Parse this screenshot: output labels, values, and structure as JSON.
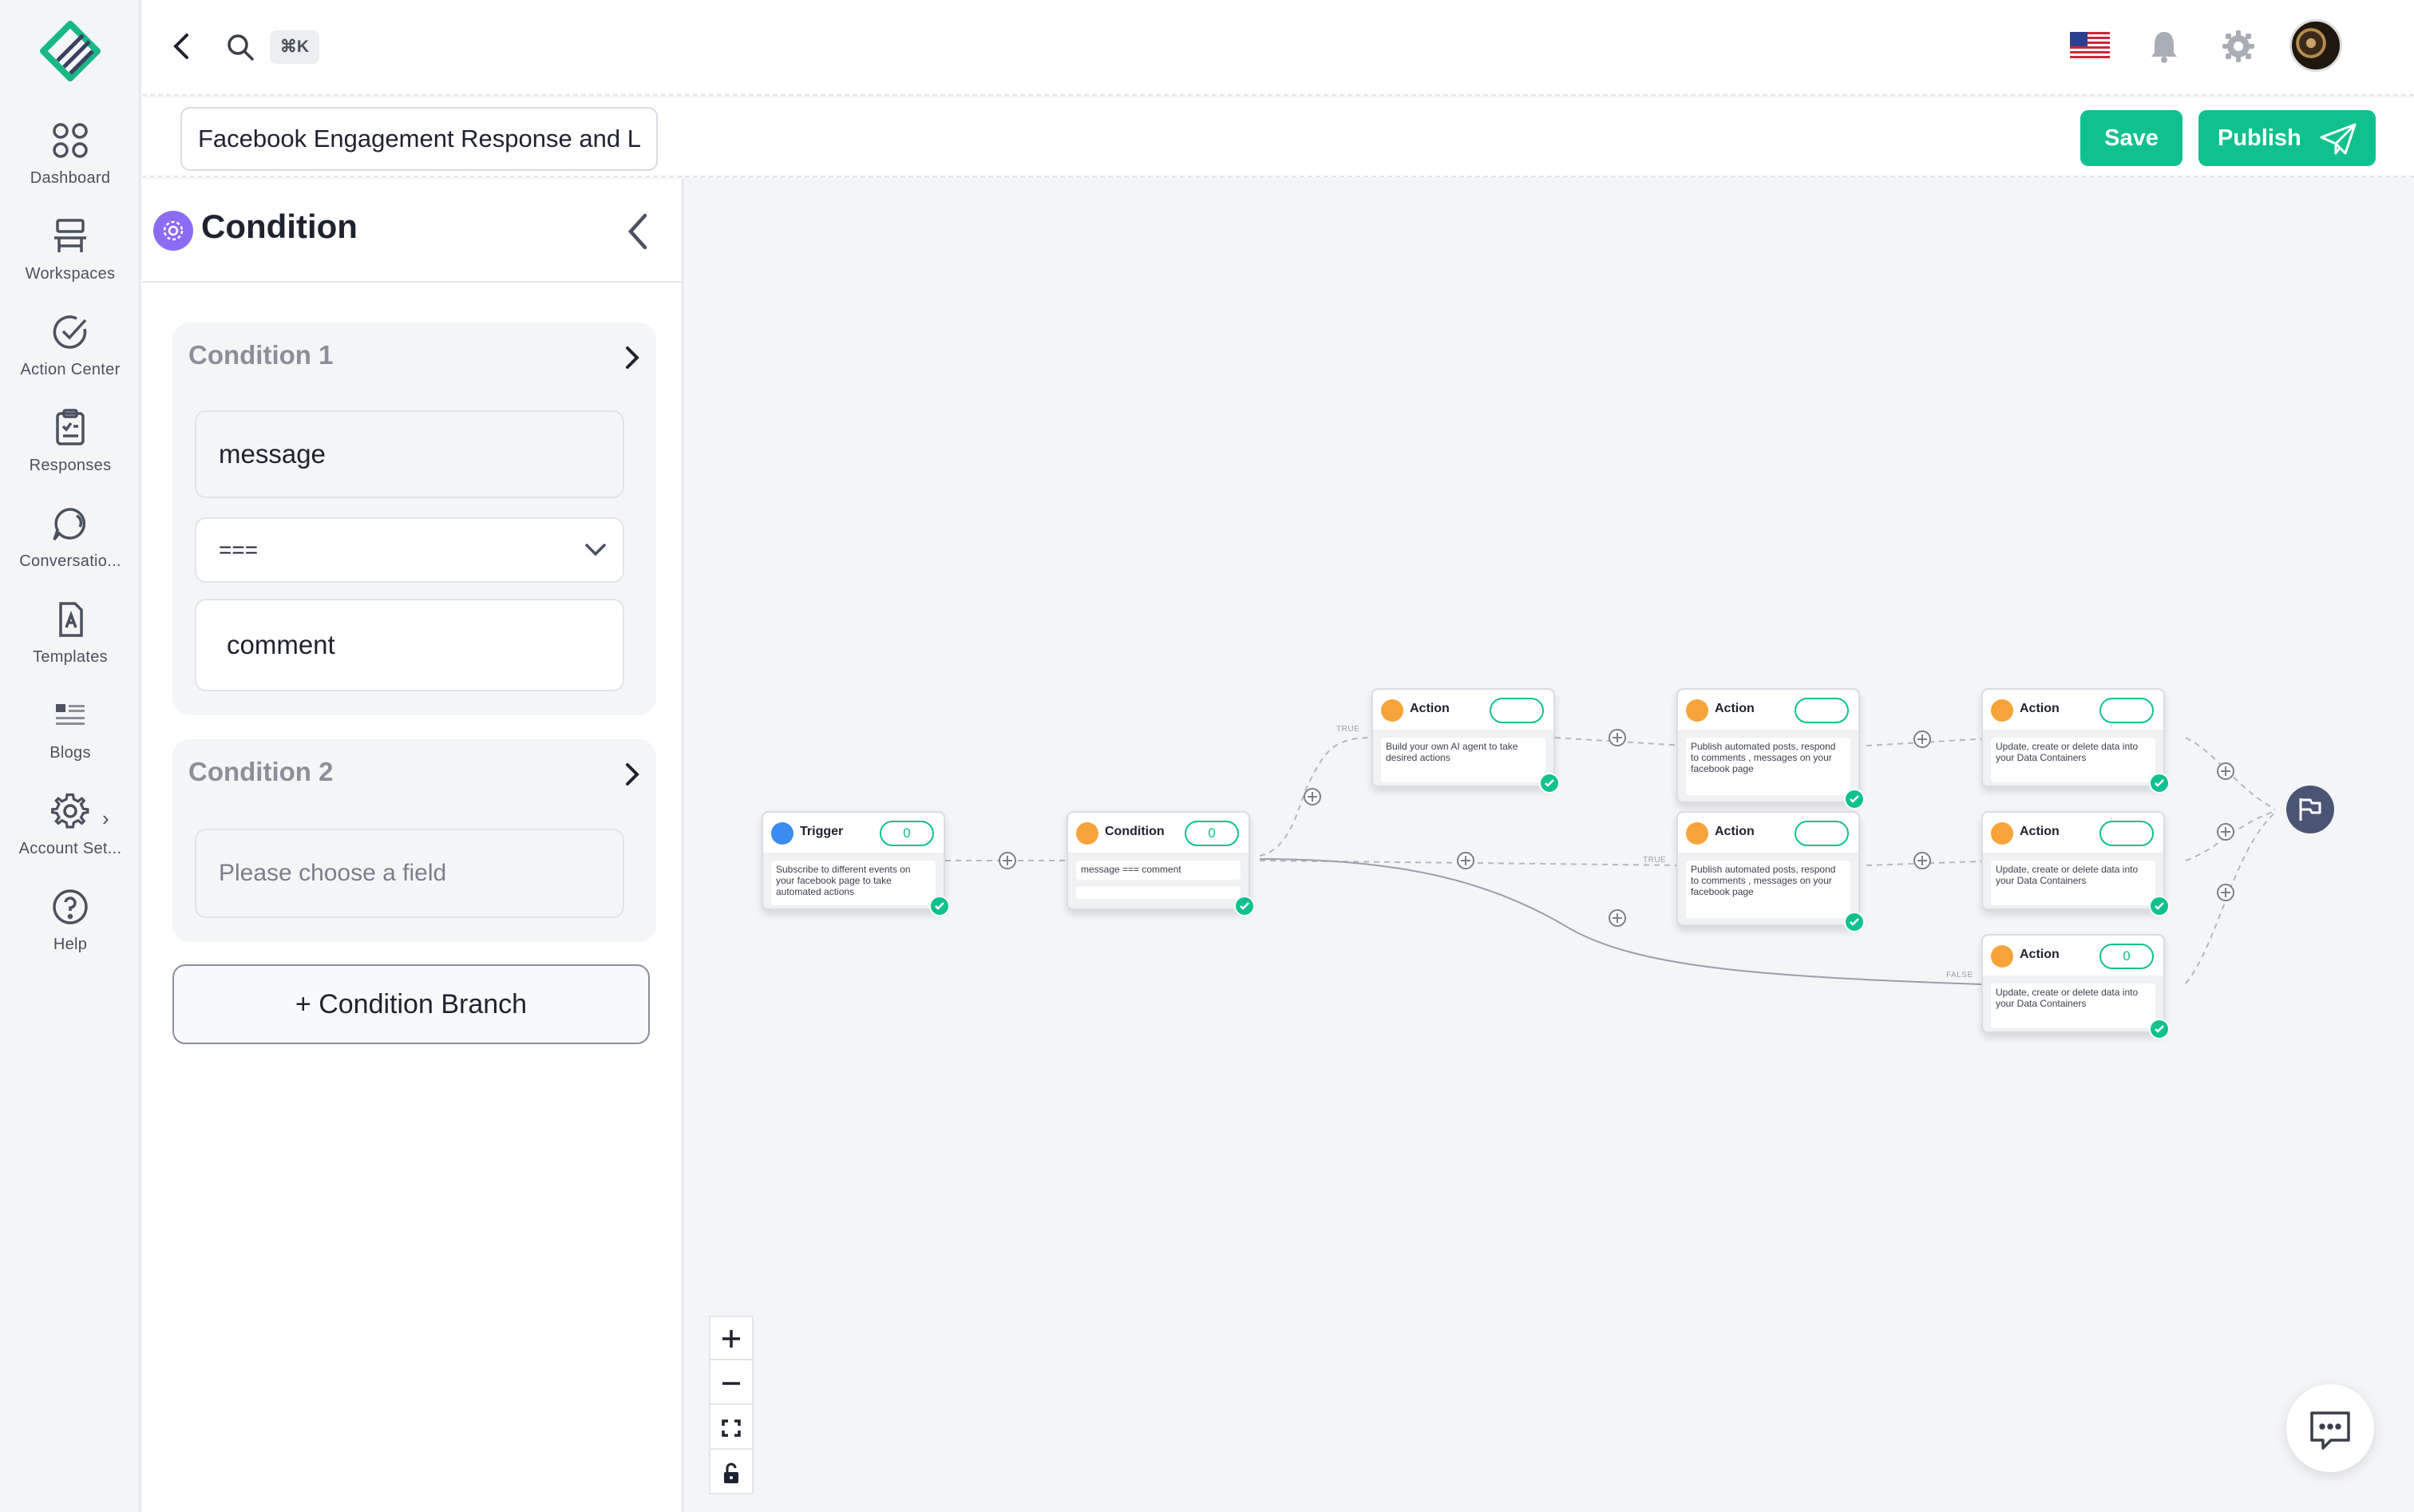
{
  "nav": {
    "items": [
      {
        "label": "Dashboard",
        "icon": "grid-icon"
      },
      {
        "label": "Workspaces",
        "icon": "desk-icon"
      },
      {
        "label": "Action Center",
        "icon": "check-circle-icon"
      },
      {
        "label": "Responses",
        "icon": "clipboard-icon"
      },
      {
        "label": "Conversatio...",
        "icon": "chat-bubble-icon"
      },
      {
        "label": "Templates",
        "icon": "template-file-icon"
      },
      {
        "label": "Blogs",
        "icon": "blog-list-icon"
      },
      {
        "label": "Account Set...",
        "icon": "gear-icon"
      },
      {
        "label": "Help",
        "icon": "question-circle-icon"
      }
    ]
  },
  "topbar": {
    "shortcut": "⌘K",
    "icons": [
      "back-arrow-icon",
      "search-icon",
      "us-flag-icon",
      "bell-icon",
      "gear-icon",
      "avatar"
    ]
  },
  "toolbar": {
    "workflow_name": "Facebook Engagement Response and Lo",
    "save_label": "Save",
    "publish_label": "Publish"
  },
  "panel": {
    "title": "Condition",
    "conditions": [
      {
        "title": "Condition 1",
        "field": "message",
        "operator": "===",
        "value": "comment"
      },
      {
        "title": "Condition 2",
        "placeholder": "Please choose a field"
      }
    ],
    "add_branch_label": "+ Condition Branch"
  },
  "canvas": {
    "nodes": {
      "trigger": {
        "title": "Trigger",
        "count": "0",
        "desc": "Subscribe to different events on your facebook page to take automated actions"
      },
      "condition": {
        "title": "Condition",
        "count": "0",
        "desc": "message === comment"
      },
      "action_ai": {
        "title": "Action",
        "count": "",
        "desc": "Build your own AI agent to take desired actions"
      },
      "action_fb1": {
        "title": "Action",
        "count": "",
        "desc": "Publish automated posts, respond to comments , messages on your facebook page"
      },
      "action_fb2": {
        "title": "Action",
        "count": "",
        "desc": "Publish automated posts, respond to comments , messages on your facebook page"
      },
      "action_dc1": {
        "title": "Action",
        "count": "",
        "desc": "Update, create or delete data into your Data Containers"
      },
      "action_dc2": {
        "title": "Action",
        "count": "",
        "desc": "Update, create or delete data into your Data Containers"
      },
      "action_dc3": {
        "title": "Action",
        "count": "0",
        "desc": "Update, create or delete data into your Data Containers"
      }
    },
    "edge_labels": {
      "true1": "TRUE",
      "true2": "TRUE",
      "false1": "FALSE"
    },
    "zoom_controls": [
      "zoom-in",
      "zoom-out",
      "fit-view",
      "lock"
    ]
  },
  "colors": {
    "accent": "#10c18d",
    "panel_icon": "#8b6cf2",
    "node_icon": "#f6a43a",
    "end_node": "#4c5476"
  }
}
